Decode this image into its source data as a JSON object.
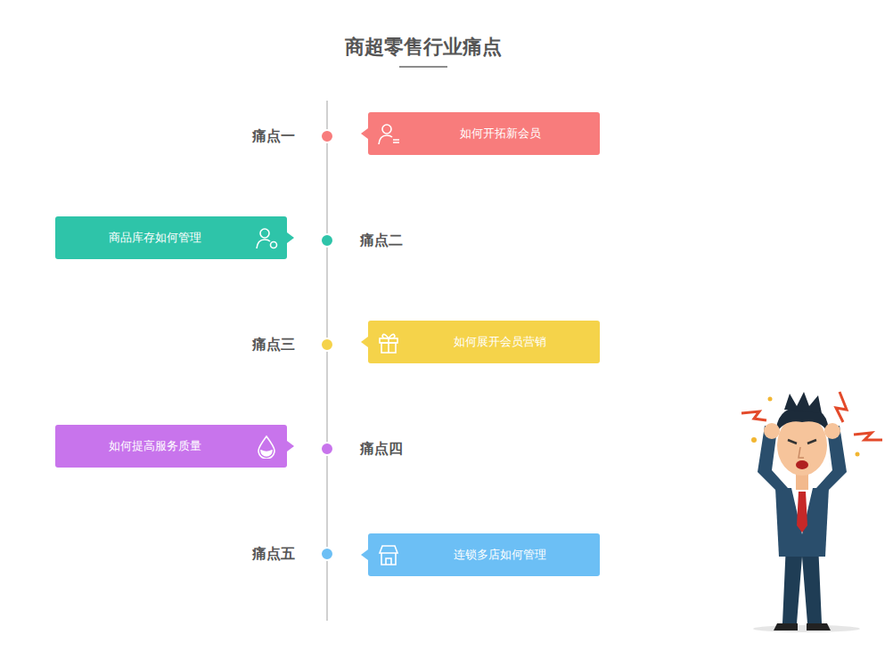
{
  "diagram": {
    "title": "商超零售行业痛点",
    "nodes": [
      {
        "text": [
          "如何开拓新会员"
        ]
      },
      {
        "text": [
          "商品库存如何管理"
        ]
      },
      {
        "text": [
          "如何展开会员营销"
        ]
      },
      {
        "text": [
          "如何提高服务质量"
        ]
      },
      {
        "text": [
          "连锁多店如何管理"
        ]
      }
    ],
    "labels": [
      "痛点一",
      "痛点二",
      "痛点三",
      "痛点四",
      "痛点五"
    ]
  }
}
